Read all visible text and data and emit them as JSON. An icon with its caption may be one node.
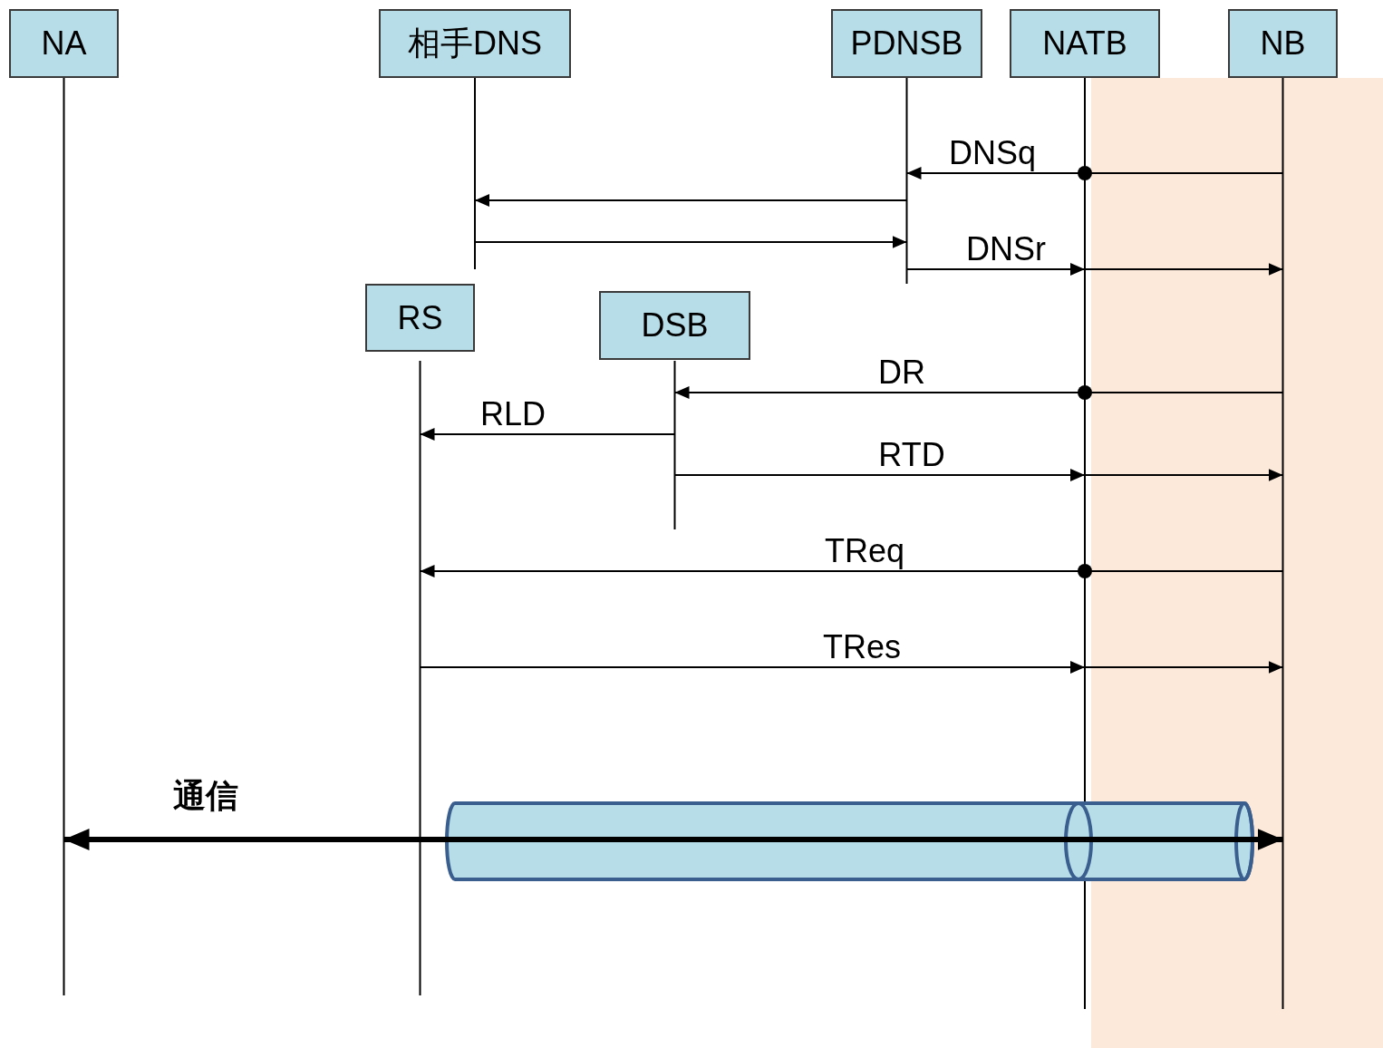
{
  "diagram": {
    "nodes": [
      {
        "text": [
          "NA"
        ]
      },
      {
        "text": [
          "相手DNS"
        ]
      },
      {
        "text": [
          "PDNSB"
        ]
      },
      {
        "text": [
          "NATB"
        ]
      },
      {
        "text": [
          "NB"
        ]
      },
      {
        "text": [
          "RS"
        ]
      },
      {
        "text": [
          "DSB"
        ]
      }
    ],
    "edges": [
      {
        "from": 4,
        "to": 3,
        "arrow": "other"
      },
      {
        "from": 3,
        "to": 2,
        "arrow": "to",
        "label": "DNSq"
      },
      {
        "from": 2,
        "to": 1,
        "arrow": "to"
      },
      {
        "from": 1,
        "to": 2,
        "arrow": "to"
      },
      {
        "from": 2,
        "to": 3,
        "arrow": "to",
        "label": "DNSr"
      },
      {
        "from": 3,
        "to": 4,
        "arrow": "to"
      },
      {
        "from": 4,
        "to": 3,
        "arrow": "other"
      },
      {
        "from": 3,
        "to": 6,
        "arrow": "to",
        "label": "DR"
      },
      {
        "from": 6,
        "to": 5,
        "arrow": "to",
        "label": "RLD"
      },
      {
        "from": 6,
        "to": 3,
        "arrow": "to",
        "label": "RTD"
      },
      {
        "from": 3,
        "to": 4,
        "arrow": "to"
      },
      {
        "from": 4,
        "to": 3,
        "arrow": "other"
      },
      {
        "from": 3,
        "to": 5,
        "arrow": "to",
        "label": "TReq"
      },
      {
        "from": 5,
        "to": 3,
        "arrow": "to",
        "label": "TRes"
      },
      {
        "from": 3,
        "to": 4,
        "arrow": "to"
      },
      {
        "from": 0,
        "to": 4,
        "arrow": "both",
        "label": "通信",
        "style": "thick"
      }
    ]
  }
}
